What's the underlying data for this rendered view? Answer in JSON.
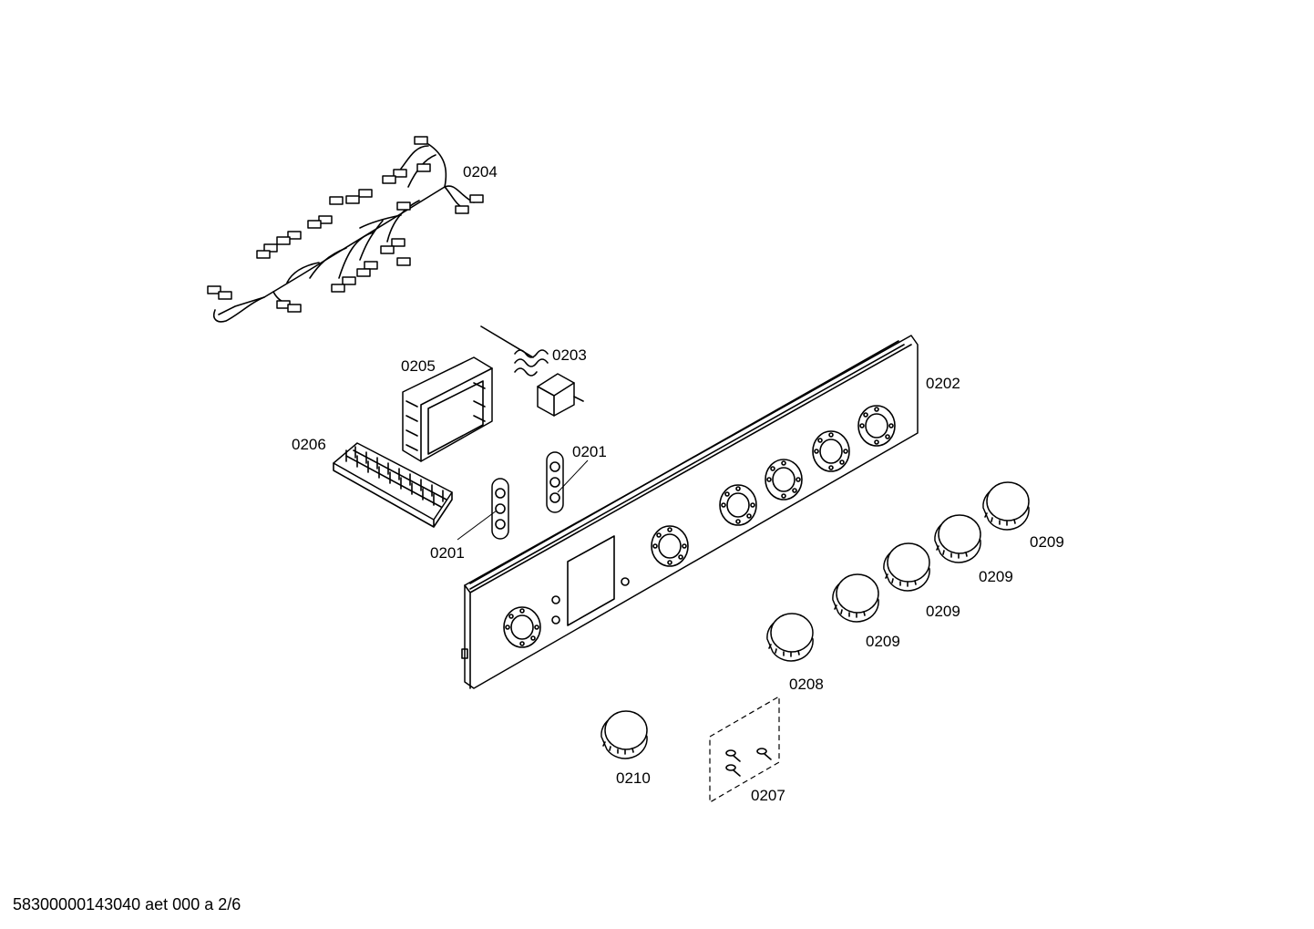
{
  "callouts": {
    "p0204": "0204",
    "p0203": "0203",
    "p0205": "0205",
    "p0202": "0202",
    "p0206": "0206",
    "p0201_a": "0201",
    "p0201_b": "0201",
    "p0209_a": "0209",
    "p0209_b": "0209",
    "p0209_c": "0209",
    "p0209_d": "0209",
    "p0208": "0208",
    "p0210": "0210",
    "p0207": "0207"
  },
  "footer": {
    "document_id": "58300000143040 aet 000 a 2/6"
  }
}
